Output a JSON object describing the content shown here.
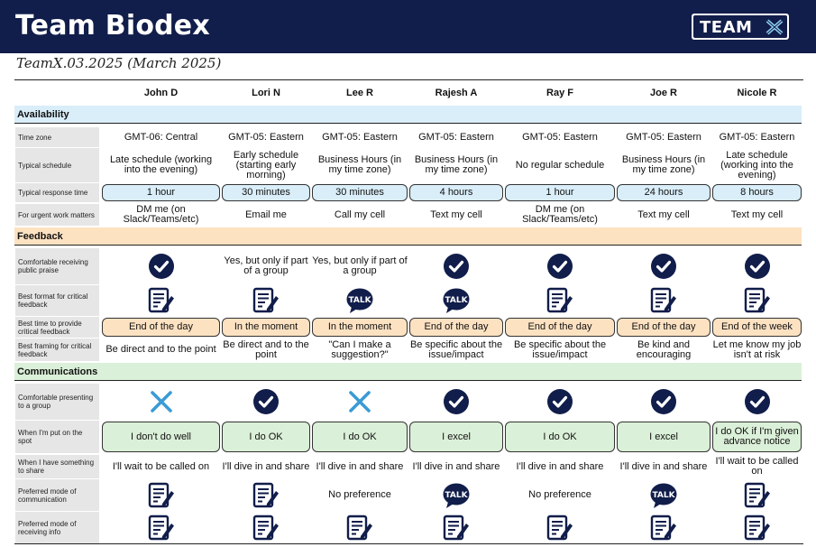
{
  "header": {
    "title": "Team Biodex",
    "logo_text": "TEAM"
  },
  "subtitle": "TeamX.03.2025 (March 2025)",
  "columns": [
    "John D",
    "Lori N",
    "Lee R",
    "Rajesh A",
    "Ray F",
    "Joe R",
    "Nicole R"
  ],
  "sections": {
    "availability": "Availability",
    "feedback": "Feedback",
    "communications": "Communications"
  },
  "rows": {
    "time_zone": {
      "label": "Time zone",
      "values": [
        "GMT-06: Central",
        "GMT-05: Eastern",
        "GMT-05: Eastern",
        "GMT-05: Eastern",
        "GMT-05: Eastern",
        "GMT-05: Eastern",
        "GMT-05: Eastern"
      ]
    },
    "typical_schedule": {
      "label": "Typical schedule",
      "values": [
        "Late schedule (working into the evening)",
        "Early schedule (starting early morning)",
        "Business Hours (in my time zone)",
        "Business Hours (in my time zone)",
        "No regular schedule",
        "Business Hours (in my time zone)",
        "Late schedule (working into the evening)"
      ]
    },
    "response_time": {
      "label": "Typical response time",
      "values": [
        "1 hour",
        "30 minutes",
        "30 minutes",
        "4 hours",
        "1 hour",
        "24 hours",
        "8 hours"
      ]
    },
    "urgent": {
      "label": "For urgent work matters",
      "values": [
        "DM me (on Slack/Teams/etc)",
        "Email me",
        "Call my cell",
        "Text my cell",
        "DM me (on Slack/Teams/etc)",
        "Text my cell",
        "Text my cell"
      ]
    },
    "public_praise": {
      "label": "Comfortable receiving public praise",
      "values": [
        "check-icon",
        "Yes, but only if part of a group",
        "Yes, but only if part of a group",
        "check-icon",
        "check-icon",
        "check-icon",
        "check-icon"
      ]
    },
    "critical_format": {
      "label": "Best format for critical feedback",
      "values": [
        "document-icon",
        "document-icon",
        "talk-icon",
        "talk-icon",
        "document-icon",
        "document-icon",
        "document-icon"
      ]
    },
    "critical_time": {
      "label": "Best time to provide critical feedback",
      "values": [
        "End of the day",
        "In the moment",
        "In the moment",
        "End of the day",
        "End of the day",
        "End of the day",
        "End of the week"
      ]
    },
    "critical_framing": {
      "label": "Best framing for critical feedback",
      "values": [
        "Be direct and to the point",
        "Be direct and to the point",
        "\"Can I make a suggestion?\"",
        "Be specific about the issue/impact",
        "Be specific about the issue/impact",
        "Be kind and encouraging",
        "Let me know my job isn't at risk"
      ]
    },
    "presenting": {
      "label": "Comfortable presenting to a group",
      "values": [
        "cross-icon",
        "check-icon",
        "cross-icon",
        "check-icon",
        "check-icon",
        "check-icon",
        "check-icon"
      ]
    },
    "on_the_spot": {
      "label": "When I'm put on the spot",
      "values": [
        "I don't do well",
        "I do OK",
        "I do OK",
        "I excel",
        "I do OK",
        "I excel",
        "I do OK if I'm given advance notice"
      ]
    },
    "something_to_share": {
      "label": "When I have something to share",
      "values": [
        "I'll wait to be called on",
        "I'll dive in and share",
        "I'll dive in and share",
        "I'll dive in and share",
        "I'll dive in and share",
        "I'll dive in and share",
        "I'll wait to be called on"
      ]
    },
    "comm_mode": {
      "label": "Preferred mode of communication",
      "values": [
        "document-icon",
        "document-icon",
        "No preference",
        "talk-icon",
        "No preference",
        "talk-icon",
        "document-icon"
      ]
    },
    "receive_mode": {
      "label": "Preferred mode of receiving info",
      "values": [
        "document-icon",
        "document-icon",
        "document-icon",
        "document-icon",
        "document-icon",
        "document-icon",
        "document-icon"
      ]
    }
  },
  "colors": {
    "navy": "#111d4a",
    "blue": "#d9eef9",
    "orange": "#fde2c2",
    "green": "#dbf0d8",
    "cross": "#3a9bd5"
  }
}
